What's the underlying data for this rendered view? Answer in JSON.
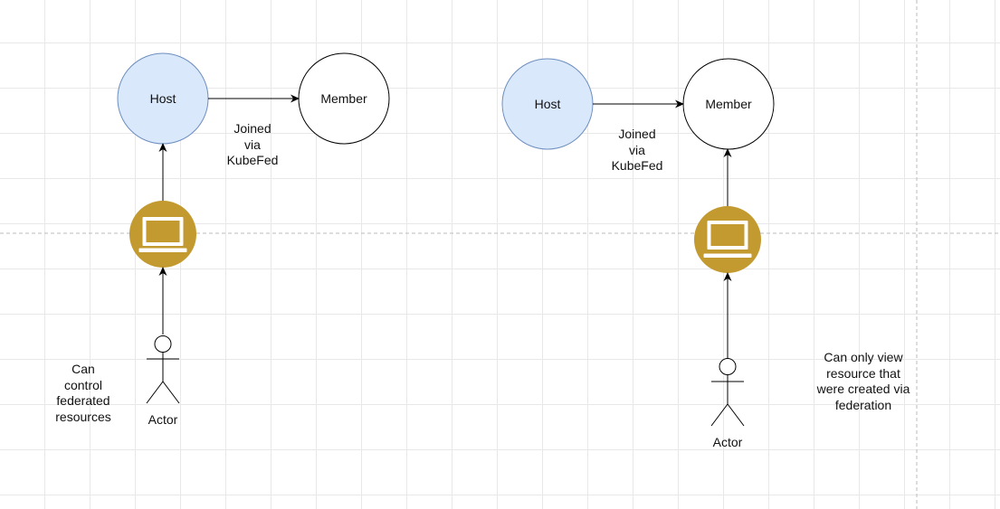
{
  "colors": {
    "host_fill": "#dae8fc",
    "host_stroke": "#6c8ebf",
    "member_fill": "#ffffff",
    "member_stroke": "#000000",
    "computer_fill": "#c39a2f",
    "grid": "#e8e8e8",
    "divider": "#bbbbbb"
  },
  "left": {
    "host_label": "Host",
    "member_label": "Member",
    "joined_label": [
      "Joined",
      "via",
      "KubeFed"
    ],
    "computer_icon": "computer-monitor-icon",
    "actor_label": "Actor",
    "note_lines": [
      "Can",
      "control",
      "federated",
      "resources"
    ]
  },
  "right": {
    "host_label": "Host",
    "member_label": "Member",
    "joined_label": [
      "Joined",
      "via",
      "KubeFed"
    ],
    "computer_icon": "computer-monitor-icon",
    "actor_label": "Actor",
    "note_lines": [
      "Can only view",
      "resource that",
      "were created via",
      "federation"
    ]
  }
}
